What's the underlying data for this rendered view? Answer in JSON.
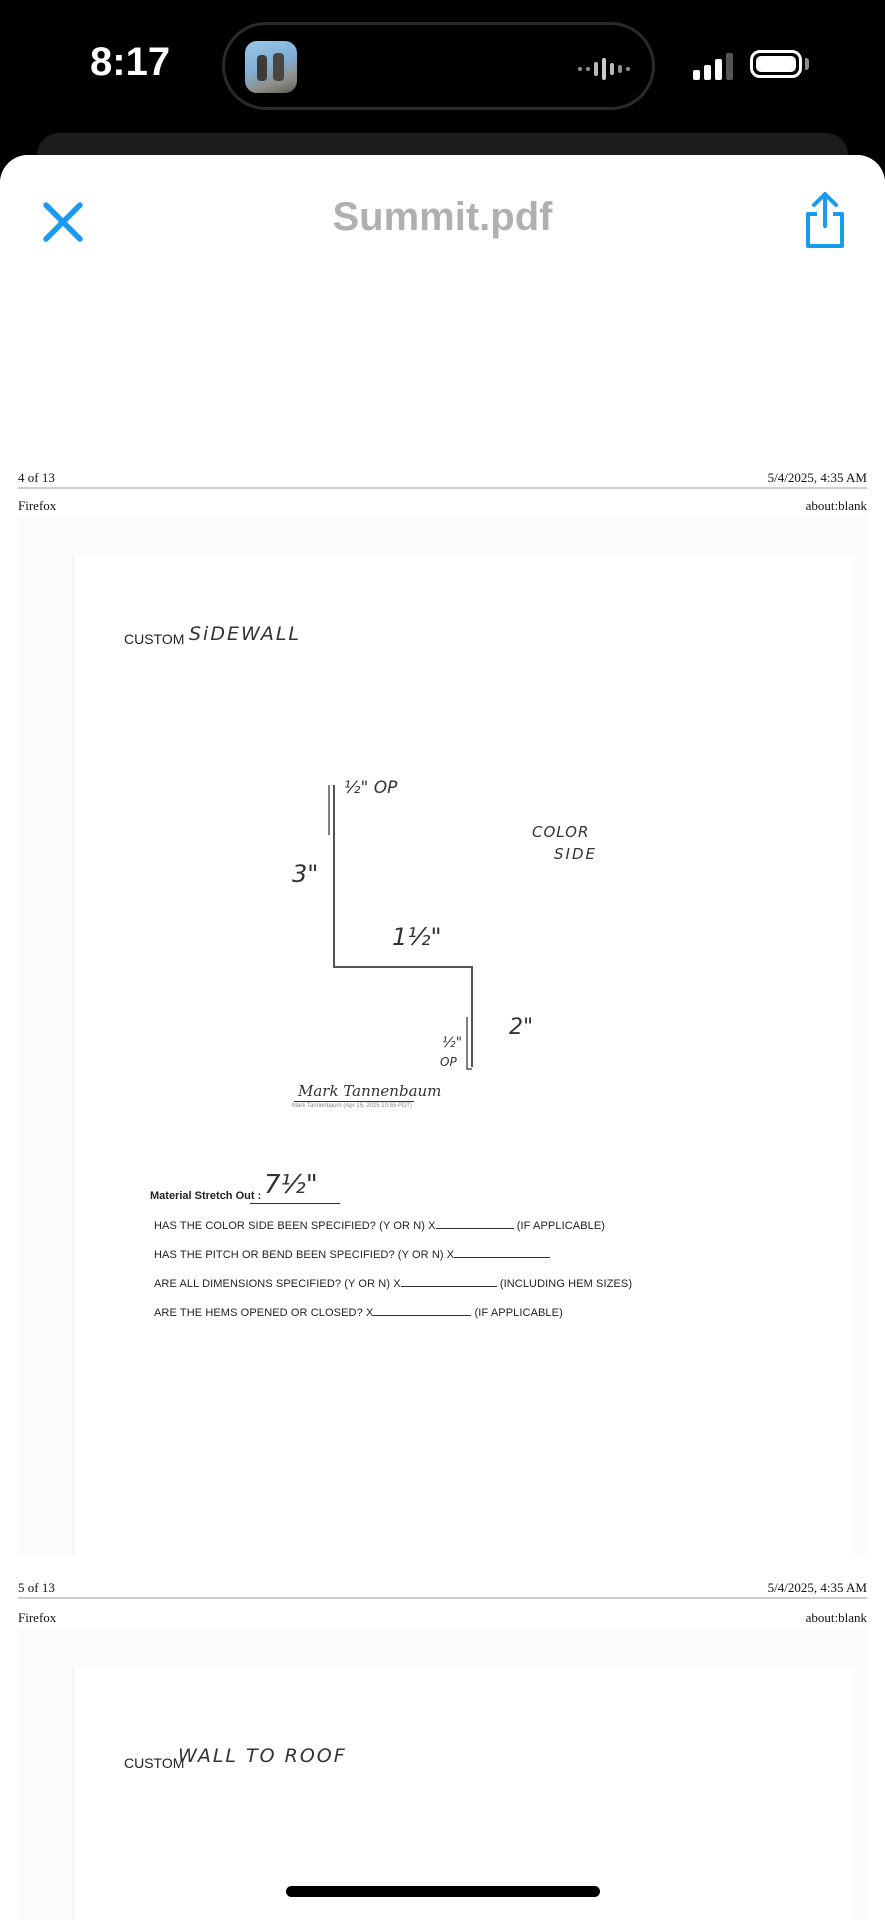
{
  "status_bar": {
    "time": "8:17"
  },
  "nav": {
    "title": "Summit.pdf",
    "close_icon": "close-icon",
    "share_icon": "share-icon"
  },
  "pages": [
    {
      "page_num": "4 of 13",
      "timestamp": "5/4/2025, 4:35 AM",
      "browser": "Firefox",
      "url": "about:blank",
      "custom_label": "CUSTOM",
      "custom_handwritten": "SiDEWALL",
      "dims": {
        "top_hem": "½\" OP",
        "height": "3\"",
        "middle": "1½\"",
        "right": "2\"",
        "bottom_hem": "½\"",
        "bottom_hem_op": "OP",
        "color_side_1": "COLOR",
        "color_side_2": "SIDE"
      },
      "signature": "Mark Tannenbaum",
      "signature_caption": "Mark Tannenbaum (Apr 15, 2025 10:55 PDT)",
      "stretch_label": "Material Stretch Out :",
      "stretch_value": "7½\"",
      "questions": [
        {
          "text": "HAS THE COLOR SIDE BEEN SPECIFIED? (Y OR N) X",
          "suffix": "(IF APPLICABLE)"
        },
        {
          "text": "HAS THE PITCH OR BEND BEEN SPECIFIED? (Y OR N) X",
          "suffix": ""
        },
        {
          "text": "ARE ALL DIMENSIONS SPECIFIED? (Y OR N) X",
          "suffix": "(INCLUDING HEM SIZES)"
        },
        {
          "text": "ARE THE HEMS OPENED OR CLOSED? X",
          "suffix": "(IF APPLICABLE)"
        }
      ]
    },
    {
      "page_num": "5 of 13",
      "timestamp": "5/4/2025, 4:35 AM",
      "browser": "Firefox",
      "url": "about:blank",
      "custom_label": "CUSTOM",
      "custom_handwritten": "WALL TO ROOF"
    }
  ]
}
